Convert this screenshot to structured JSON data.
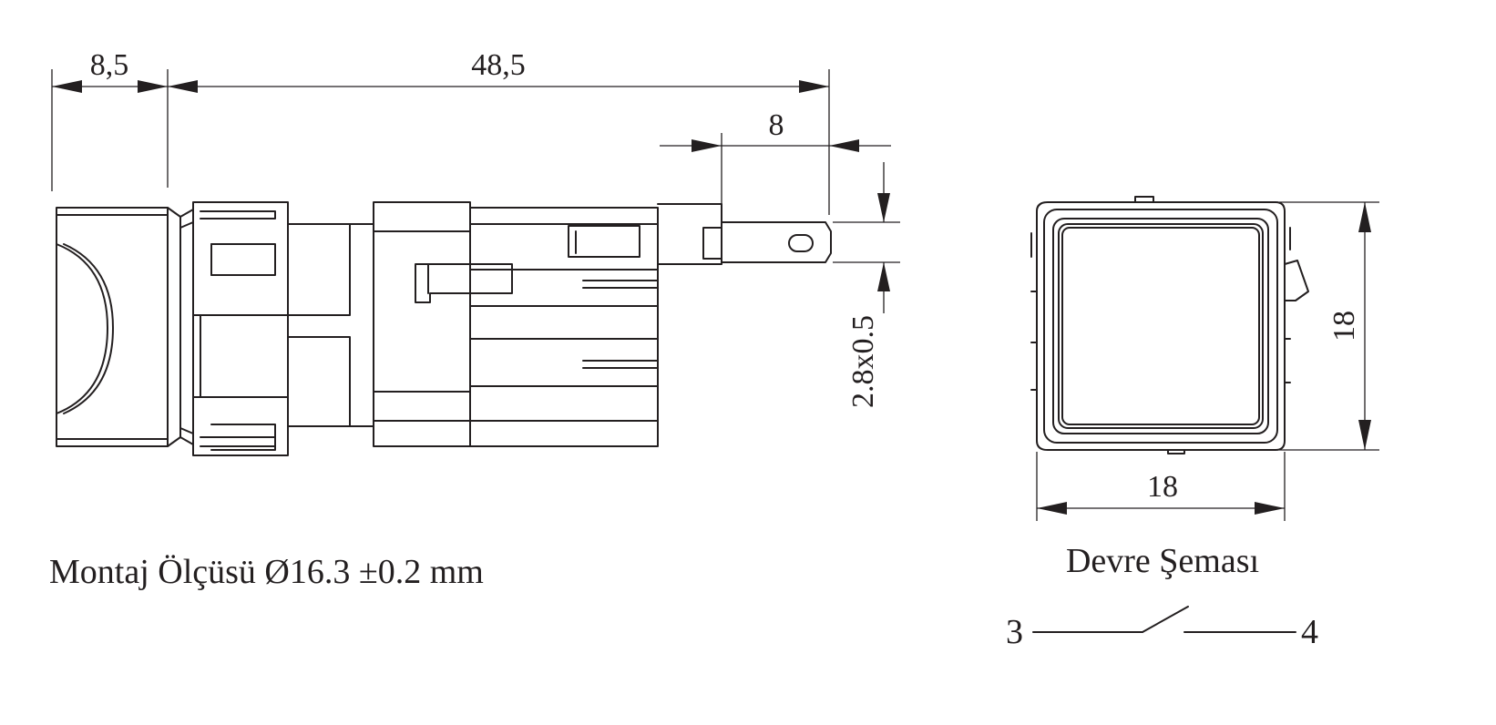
{
  "dimensions": {
    "knob_length": "8,5",
    "body_length": "48,5",
    "terminal_length": "8",
    "terminal_size": "2.8x0.5",
    "front_height": "18",
    "front_width": "18"
  },
  "mounting_text": "Montaj Ölçüsü Ø16.3 ±0.2 mm",
  "circuit": {
    "title": "Devre Şeması",
    "terminal_left": "3",
    "terminal_right": "4"
  }
}
